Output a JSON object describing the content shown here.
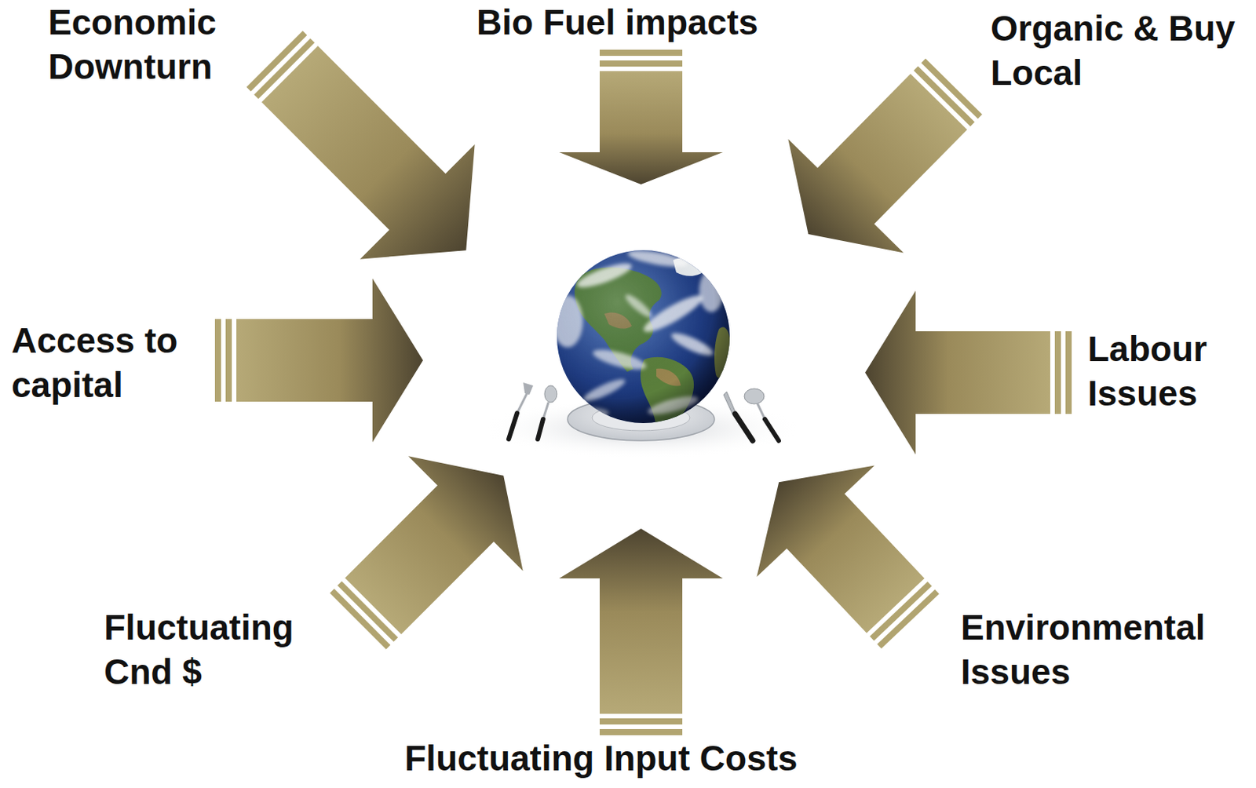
{
  "diagram": {
    "labels": [
      "Economic Downturn",
      "Bio Fuel impacts",
      "Organic & Buy Local",
      "Access to capital",
      "Labour Issues",
      "Fluctuating Cnd $",
      "Environmental Issues",
      "Fluctuating Input Costs"
    ]
  }
}
